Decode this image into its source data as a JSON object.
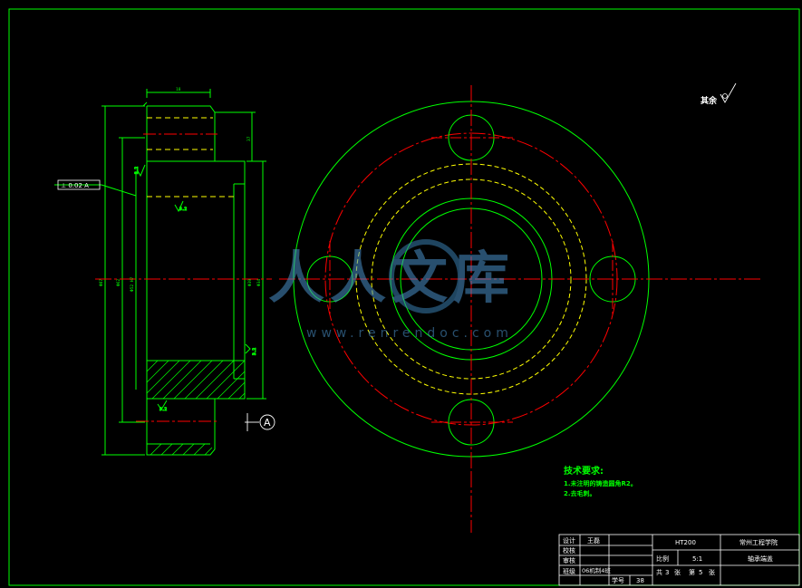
{
  "surface_finish_note": "其余",
  "section_label": "A",
  "datum_label": "A",
  "technical_requirements": {
    "title": "技术要求:",
    "items": [
      "1.未注明的铸造圆角R2。",
      "2.去毛刺。"
    ]
  },
  "dimensions": {
    "top_width": "18",
    "left_overall": "Φ87",
    "left_mid": "Φ62",
    "left_inner": "Φ52 H7",
    "right_a": "Φ39",
    "right_b": "Φ34",
    "right_step": "37",
    "roughness_1": "3.2",
    "roughness_2": "3.2",
    "roughness_3": "3.2",
    "roughness_4": "3.2"
  },
  "tolerance_frame": "⊥ 0.02 A",
  "watermark": {
    "brand": "人人文库",
    "url": "www.renrendoc.com"
  },
  "title_block": {
    "material": "HT200",
    "school": "常州工程学院",
    "part_name": "轴承端盖",
    "labels": {
      "design": "设计",
      "check": "校核",
      "review": "审核",
      "class": "班级",
      "seq": "学号",
      "scale": "比例",
      "total": "共",
      "sheet": "第",
      "zhang": "张"
    },
    "designer": "王磊",
    "class_value": "06机制4班",
    "seq_value": "38",
    "scale_value": "5:1",
    "total_sheets": "3",
    "sheet_no": "5"
  }
}
